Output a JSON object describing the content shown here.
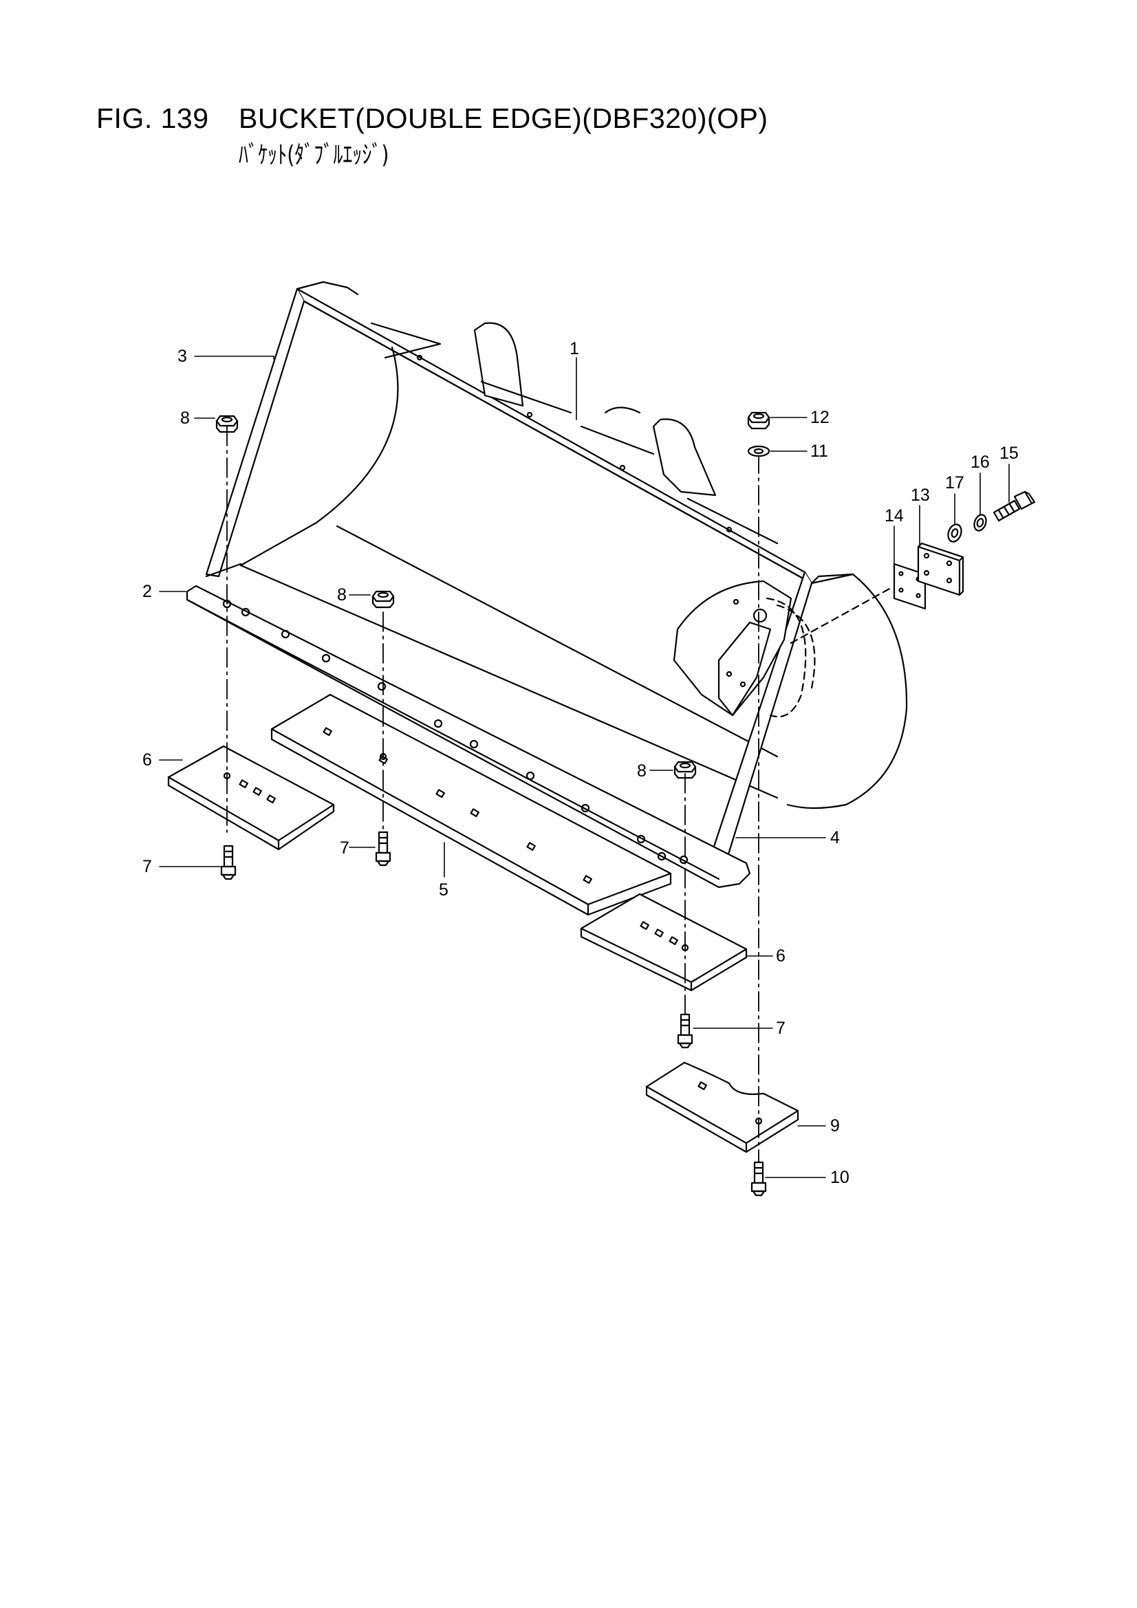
{
  "header": {
    "fig_number": "FIG. 139",
    "title": "BUCKET(DOUBLE EDGE)(DBF320)(OP)",
    "subtitle": "ﾊﾞｹｯﾄ(ﾀﾞﾌﾞﾙｴｯｼﾞ)"
  },
  "callouts": [
    {
      "id": "c1",
      "label": "1"
    },
    {
      "id": "c2",
      "label": "2"
    },
    {
      "id": "c3",
      "label": "3"
    },
    {
      "id": "c4",
      "label": "4"
    },
    {
      "id": "c5",
      "label": "5"
    },
    {
      "id": "c6a",
      "label": "6"
    },
    {
      "id": "c6b",
      "label": "6"
    },
    {
      "id": "c7a",
      "label": "7"
    },
    {
      "id": "c7b",
      "label": "7"
    },
    {
      "id": "c7c",
      "label": "7"
    },
    {
      "id": "c8a",
      "label": "8"
    },
    {
      "id": "c8b",
      "label": "8"
    },
    {
      "id": "c8c",
      "label": "8"
    },
    {
      "id": "c9",
      "label": "9"
    },
    {
      "id": "c10",
      "label": "10"
    },
    {
      "id": "c11",
      "label": "11"
    },
    {
      "id": "c12",
      "label": "12"
    },
    {
      "id": "c13",
      "label": "13"
    },
    {
      "id": "c14",
      "label": "14"
    },
    {
      "id": "c15",
      "label": "15"
    },
    {
      "id": "c16",
      "label": "16"
    },
    {
      "id": "c17",
      "label": "17"
    }
  ]
}
